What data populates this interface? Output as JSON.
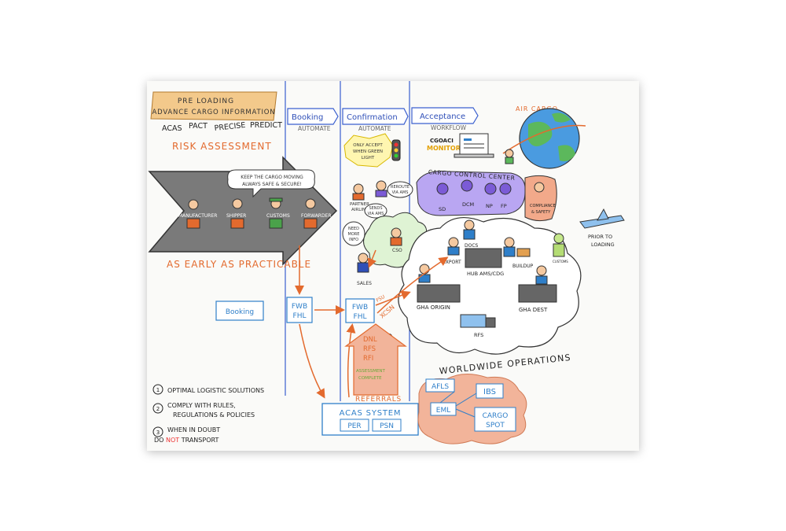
{
  "header": {
    "banner_line1": "PRE LOADING",
    "banner_line2": "ADVANCE CARGO INFORMATION",
    "tools": [
      "ACAS",
      "PACT",
      "PRECISE",
      "PREDICT"
    ],
    "risk": "RISK ASSESSMENT"
  },
  "phases": [
    {
      "title": "Booking",
      "sub": "AUTOMATE"
    },
    {
      "title": "Confirmation",
      "sub": "AUTOMATE"
    },
    {
      "title": "Acceptance",
      "sub": "WORKFLOW"
    }
  ],
  "arrow": {
    "speech": [
      "KEEP THE CARGO MOVING",
      "ALWAYS SAFE & SECURE!"
    ],
    "actors": [
      "MANUFACTURER",
      "SHIPPER",
      "CUSTOMS",
      "FORWARDER"
    ],
    "caption": "AS EARLY AS PRACTICABLE"
  },
  "confirmation": {
    "only_accept": [
      "ONLY ACCEPT",
      "WHEN GREEN",
      "LIGHT"
    ],
    "partner": [
      "PARTNER",
      "AIRLINES"
    ],
    "reroute": [
      "REROUTE",
      "VIA AMS"
    ],
    "sends": [
      "SENDS",
      "VIA AMS"
    ],
    "need_info": [
      "NEED",
      "MORE",
      "INFO"
    ],
    "cso": "CSO",
    "sales": "SALES"
  },
  "acceptance": {
    "monitor": [
      "CGOACI",
      "MONITOR"
    ],
    "air_cargo": "AIR CARGO",
    "ccc": "CARGO CONTROL CENTER",
    "ccc_roles": [
      "SD",
      "DCM",
      "NP",
      "FP"
    ],
    "compliance": [
      "COMPLIANCE",
      "& SAFETY"
    ],
    "prior_loading": [
      "PRIOR TO",
      "LOADING"
    ],
    "docs": "DOCS",
    "export": "EXPORT",
    "buildup": "BUILDUP",
    "hub": "HUB AMS/CDG",
    "customs": "CUSTOMS",
    "gha_origin": "GHA ORIGIN",
    "gha_dest": "GHA DEST",
    "rfs": "RFS",
    "worldwide": "WORLDWIDE OPERATIONS",
    "fsu": "FSU",
    "xcsn": "XCSN"
  },
  "flow": {
    "booking": "Booking",
    "fwb1": [
      "FWB",
      "FHL"
    ],
    "fwb2": [
      "FWB",
      "FHL"
    ],
    "dnl": [
      "DNL",
      "RFS",
      "RFI"
    ],
    "assessment": [
      "ASSESSMENT",
      "COMPLETE"
    ],
    "referrals": "REFERRALS"
  },
  "acas": {
    "title": "ACAS SYSTEM",
    "per": "PER",
    "psn": "PSN"
  },
  "systems": [
    "AFLS",
    "IBS",
    "EML",
    "CARGO",
    "SPOT"
  ],
  "principles": [
    {
      "num": "1",
      "lines": [
        "OPTIMAL LOGISTIC SOLUTIONS"
      ]
    },
    {
      "num": "2",
      "lines": [
        "COMPLY WITH RULES,",
        "REGULATIONS & POLICIES"
      ]
    },
    {
      "num": "3",
      "lines": [
        "WHEN IN DOUBT",
        "DO ",
        "NOT",
        " TRANSPORT"
      ]
    }
  ],
  "colors": {
    "blue": "#2f7fc9",
    "orange": "#e36a2e",
    "purple": "#7b5bd6",
    "salmon": "#f2b49a",
    "green_bg": "#dff3d4",
    "banner": "#f3c98b",
    "arrow_grey": "#777777"
  }
}
